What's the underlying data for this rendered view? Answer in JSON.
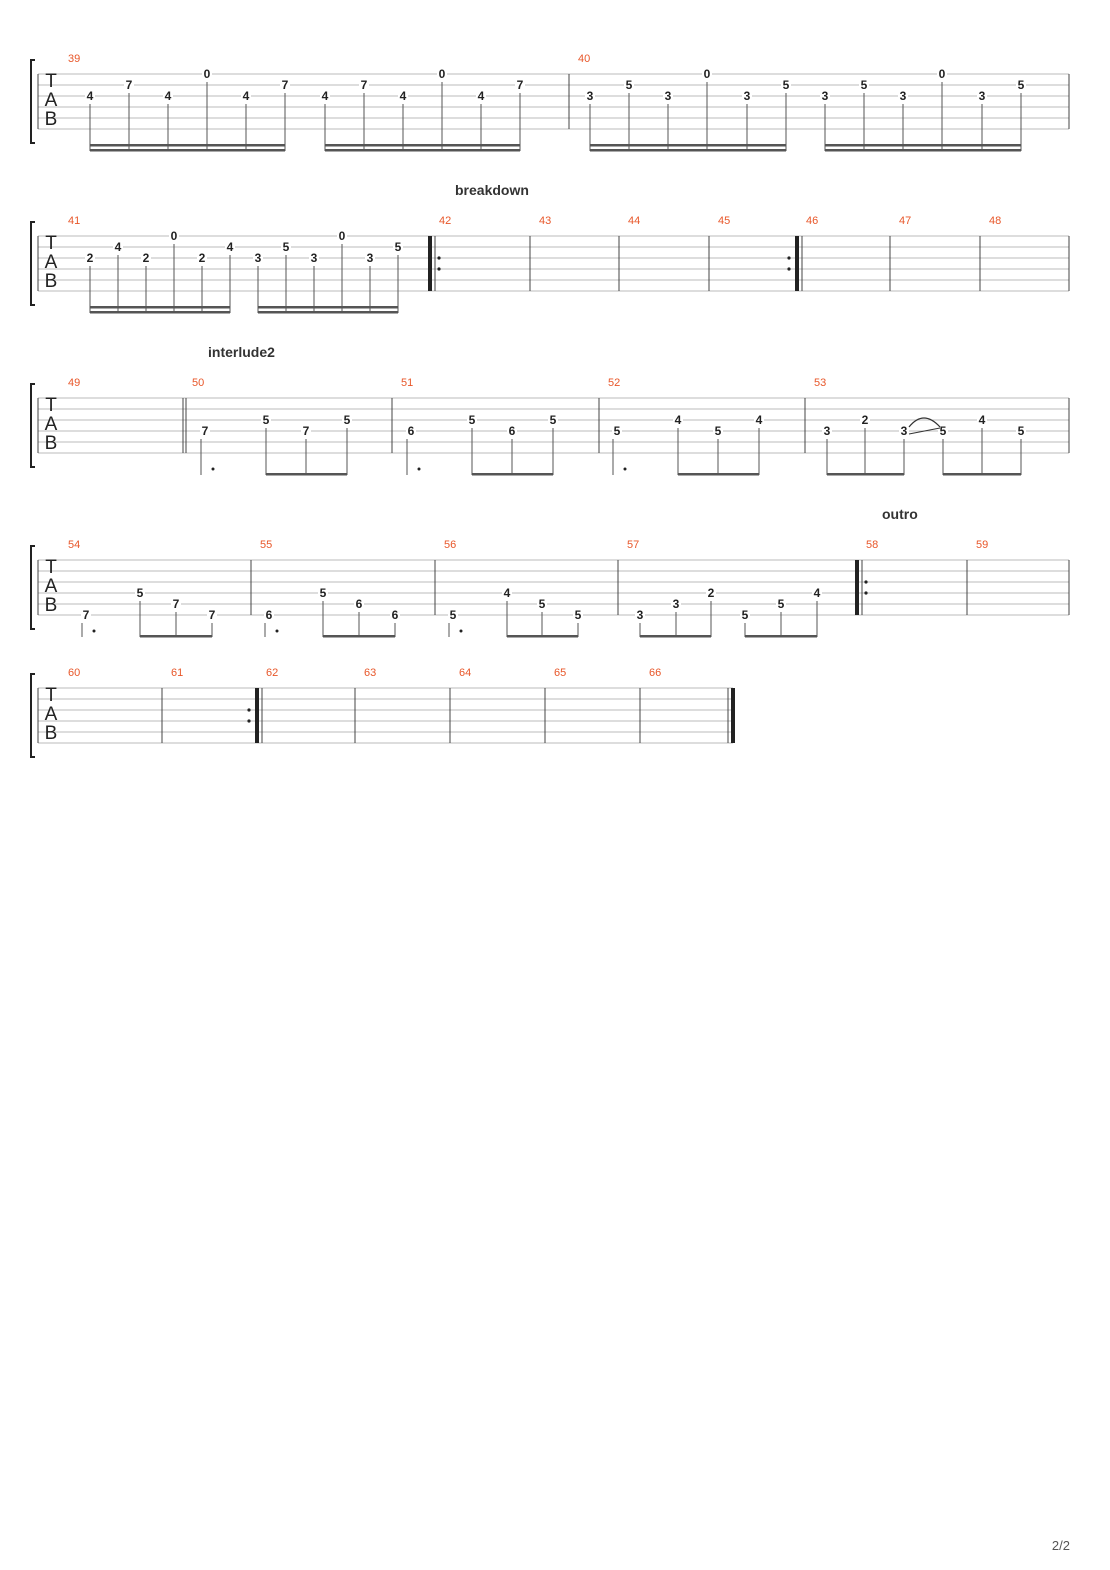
{
  "page": {
    "page_number": "2/2",
    "tab_clef": [
      "T",
      "A",
      "B"
    ]
  },
  "colors": {
    "staff_line": "#bbbbbb",
    "barline": "#444444",
    "bar_number": "#e8572a",
    "fret_text": "#222222",
    "stem": "#555555",
    "section_text": "#333333",
    "page_number": "#555555"
  },
  "systems": [
    {
      "bars": [
        {
          "number": "39",
          "notes": [
            {
              "fret": "4",
              "string": 3
            },
            {
              "fret": "7",
              "string": 2
            },
            {
              "fret": "4",
              "string": 3
            },
            {
              "fret": "0",
              "string": 1
            },
            {
              "fret": "4",
              "string": 3
            },
            {
              "fret": "7",
              "string": 2
            },
            {
              "fret": "4",
              "string": 3
            },
            {
              "fret": "7",
              "string": 2
            },
            {
              "fret": "4",
              "string": 3
            },
            {
              "fret": "0",
              "string": 1
            },
            {
              "fret": "4",
              "string": 3
            },
            {
              "fret": "7",
              "string": 2
            }
          ],
          "beams": [
            [
              0,
              5,
              "16th"
            ],
            [
              6,
              11,
              "16th"
            ]
          ]
        },
        {
          "number": "40",
          "notes": [
            {
              "fret": "3",
              "string": 3
            },
            {
              "fret": "5",
              "string": 2
            },
            {
              "fret": "3",
              "string": 3
            },
            {
              "fret": "0",
              "string": 1
            },
            {
              "fret": "3",
              "string": 3
            },
            {
              "fret": "5",
              "string": 2
            },
            {
              "fret": "3",
              "string": 3
            },
            {
              "fret": "5",
              "string": 2
            },
            {
              "fret": "3",
              "string": 3
            },
            {
              "fret": "0",
              "string": 1
            },
            {
              "fret": "3",
              "string": 3
            },
            {
              "fret": "5",
              "string": 2
            }
          ],
          "beams": [
            [
              0,
              5,
              "16th"
            ],
            [
              6,
              11,
              "16th"
            ]
          ]
        }
      ]
    },
    {
      "bars": [
        {
          "number": "41",
          "notes": [
            {
              "fret": "2",
              "string": 3
            },
            {
              "fret": "4",
              "string": 2
            },
            {
              "fret": "2",
              "string": 3
            },
            {
              "fret": "0",
              "string": 1
            },
            {
              "fret": "2",
              "string": 3
            },
            {
              "fret": "4",
              "string": 2
            },
            {
              "fret": "3",
              "string": 3
            },
            {
              "fret": "5",
              "string": 2
            },
            {
              "fret": "3",
              "string": 3
            },
            {
              "fret": "0",
              "string": 1
            },
            {
              "fret": "3",
              "string": 3
            },
            {
              "fret": "5",
              "string": 2
            }
          ],
          "beams": [
            [
              0,
              5,
              "16th"
            ],
            [
              6,
              11,
              "16th"
            ]
          ]
        },
        {
          "number": "42",
          "section": "breakdown",
          "start_repeat": true,
          "notes": []
        },
        {
          "number": "43",
          "notes": []
        },
        {
          "number": "44",
          "notes": []
        },
        {
          "number": "45",
          "end_repeat": true,
          "notes": []
        },
        {
          "number": "46",
          "notes": []
        },
        {
          "number": "47",
          "notes": []
        },
        {
          "number": "48",
          "notes": []
        }
      ]
    },
    {
      "bars": [
        {
          "number": "49",
          "notes": []
        },
        {
          "number": "50",
          "section": "interlude2",
          "notes": [
            {
              "fret": "7",
              "string": 4,
              "dotted": true
            },
            {
              "fret": "5",
              "string": 3
            },
            {
              "fret": "7",
              "string": 4
            },
            {
              "fret": "5",
              "string": 3
            }
          ],
          "beams": [
            [
              1,
              3,
              "8th"
            ]
          ]
        },
        {
          "number": "51",
          "notes": [
            {
              "fret": "6",
              "string": 4,
              "dotted": true
            },
            {
              "fret": "5",
              "string": 3
            },
            {
              "fret": "6",
              "string": 4
            },
            {
              "fret": "5",
              "string": 3
            }
          ],
          "beams": [
            [
              1,
              3,
              "8th"
            ]
          ]
        },
        {
          "number": "52",
          "notes": [
            {
              "fret": "5",
              "string": 4,
              "dotted": true
            },
            {
              "fret": "4",
              "string": 3
            },
            {
              "fret": "5",
              "string": 4
            },
            {
              "fret": "4",
              "string": 3
            }
          ],
          "beams": [
            [
              1,
              3,
              "8th"
            ]
          ]
        },
        {
          "number": "53",
          "notes": [
            {
              "fret": "3",
              "string": 4
            },
            {
              "fret": "2",
              "string": 3
            },
            {
              "fret": "3",
              "string": 4
            },
            {
              "fret": "5",
              "string": 4
            },
            {
              "fret": "4",
              "string": 3
            },
            {
              "fret": "5",
              "string": 4
            }
          ],
          "beams": [
            [
              0,
              2,
              "8th"
            ],
            [
              3,
              5,
              "8th"
            ]
          ],
          "slur": [
            2,
            3
          ]
        }
      ]
    },
    {
      "bars": [
        {
          "number": "54",
          "notes": [
            {
              "fret": "7",
              "string": 6,
              "dotted": true
            },
            {
              "fret": "5",
              "string": 4
            },
            {
              "fret": "7",
              "string": 5
            },
            {
              "fret": "7",
              "string": 6
            }
          ],
          "beams": [
            [
              1,
              3,
              "8th"
            ]
          ]
        },
        {
          "number": "55",
          "notes": [
            {
              "fret": "6",
              "string": 6,
              "dotted": true
            },
            {
              "fret": "5",
              "string": 4
            },
            {
              "fret": "6",
              "string": 5
            },
            {
              "fret": "6",
              "string": 6
            }
          ],
          "beams": [
            [
              1,
              3,
              "8th"
            ]
          ]
        },
        {
          "number": "56",
          "notes": [
            {
              "fret": "5",
              "string": 6,
              "dotted": true
            },
            {
              "fret": "4",
              "string": 4
            },
            {
              "fret": "5",
              "string": 5
            },
            {
              "fret": "5",
              "string": 6
            }
          ],
          "beams": [
            [
              1,
              3,
              "8th"
            ]
          ]
        },
        {
          "number": "57",
          "notes": [
            {
              "fret": "3",
              "string": 6
            },
            {
              "fret": "3",
              "string": 5
            },
            {
              "fret": "2",
              "string": 4
            },
            {
              "fret": "5",
              "string": 6
            },
            {
              "fret": "5",
              "string": 5
            },
            {
              "fret": "4",
              "string": 4
            }
          ],
          "beams": [
            [
              0,
              2,
              "8th"
            ],
            [
              3,
              5,
              "8th"
            ]
          ]
        },
        {
          "number": "58",
          "section": "outro",
          "start_repeat": true,
          "notes": []
        },
        {
          "number": "59",
          "notes": []
        }
      ]
    },
    {
      "bars": [
        {
          "number": "60",
          "notes": []
        },
        {
          "number": "61",
          "end_repeat": true,
          "notes": []
        },
        {
          "number": "62",
          "notes": []
        },
        {
          "number": "63",
          "notes": []
        },
        {
          "number": "64",
          "notes": []
        },
        {
          "number": "65",
          "notes": []
        },
        {
          "number": "66",
          "final": true,
          "notes": []
        }
      ]
    }
  ]
}
